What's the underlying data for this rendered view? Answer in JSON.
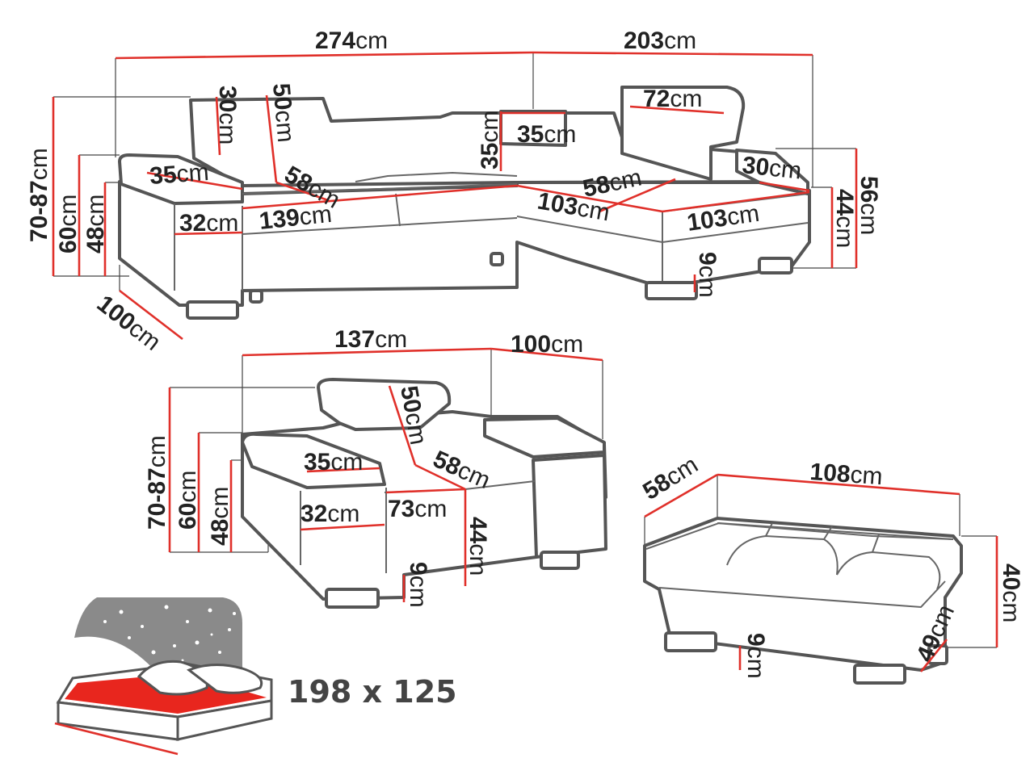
{
  "colors": {
    "dimension_line": "#e0302a",
    "outline": "#555555",
    "bed_fill": "#e8261e",
    "night_sky": "#8a8a8a"
  },
  "corner_sofa": {
    "width_left": {
      "num": "274",
      "unit": "cm"
    },
    "width_right": {
      "num": "203",
      "unit": "cm"
    },
    "height_range": {
      "num": "70-87",
      "unit": "cm"
    },
    "back_height": {
      "num": "60",
      "unit": "cm"
    },
    "arm_height": {
      "num": "48",
      "unit": "cm"
    },
    "depth": {
      "num": "100",
      "unit": "cm"
    },
    "headrest_h": {
      "num": "30",
      "unit": "cm"
    },
    "backrest_h": {
      "num": "50",
      "unit": "cm"
    },
    "arm_width": {
      "num": "35",
      "unit": "cm"
    },
    "arm_depth": {
      "num": "32",
      "unit": "cm"
    },
    "seat_depth": {
      "num": "58",
      "unit": "cm"
    },
    "seat_width": {
      "num": "139",
      "unit": "cm"
    },
    "corner_back_h": {
      "num": "35",
      "unit": "cm"
    },
    "corner_back_w": {
      "num": "35",
      "unit": "cm"
    },
    "headrest_w": {
      "num": "72",
      "unit": "cm"
    },
    "chaise_seat_d": {
      "num": "58",
      "unit": "cm"
    },
    "chaise_seat_w1": {
      "num": "103",
      "unit": "cm"
    },
    "chaise_seat_w2": {
      "num": "103",
      "unit": "cm"
    },
    "chaise_arm": {
      "num": "30",
      "unit": "cm"
    },
    "seat_height": {
      "num": "44",
      "unit": "cm"
    },
    "chaise_height": {
      "num": "56",
      "unit": "cm"
    },
    "leg_height": {
      "num": "9",
      "unit": "cm"
    }
  },
  "armchair": {
    "width": {
      "num": "137",
      "unit": "cm"
    },
    "depth": {
      "num": "100",
      "unit": "cm"
    },
    "height_range": {
      "num": "70-87",
      "unit": "cm"
    },
    "back_height": {
      "num": "60",
      "unit": "cm"
    },
    "arm_height": {
      "num": "48",
      "unit": "cm"
    },
    "backrest_h": {
      "num": "50",
      "unit": "cm"
    },
    "arm_width": {
      "num": "35",
      "unit": "cm"
    },
    "seat_depth": {
      "num": "58",
      "unit": "cm"
    },
    "arm_depth": {
      "num": "32",
      "unit": "cm"
    },
    "seat_width": {
      "num": "73",
      "unit": "cm"
    },
    "seat_height": {
      "num": "44",
      "unit": "cm"
    },
    "leg_height": {
      "num": "9",
      "unit": "cm"
    }
  },
  "pouf": {
    "depth": {
      "num": "58",
      "unit": "cm"
    },
    "width": {
      "num": "108",
      "unit": "cm"
    },
    "height": {
      "num": "40",
      "unit": "cm"
    },
    "seat_h": {
      "num": "49",
      "unit": "cm"
    },
    "leg": {
      "num": "9",
      "unit": "cm"
    }
  },
  "bed_function": {
    "icon": "sleep-function-icon",
    "size_text": "198 x 125"
  }
}
